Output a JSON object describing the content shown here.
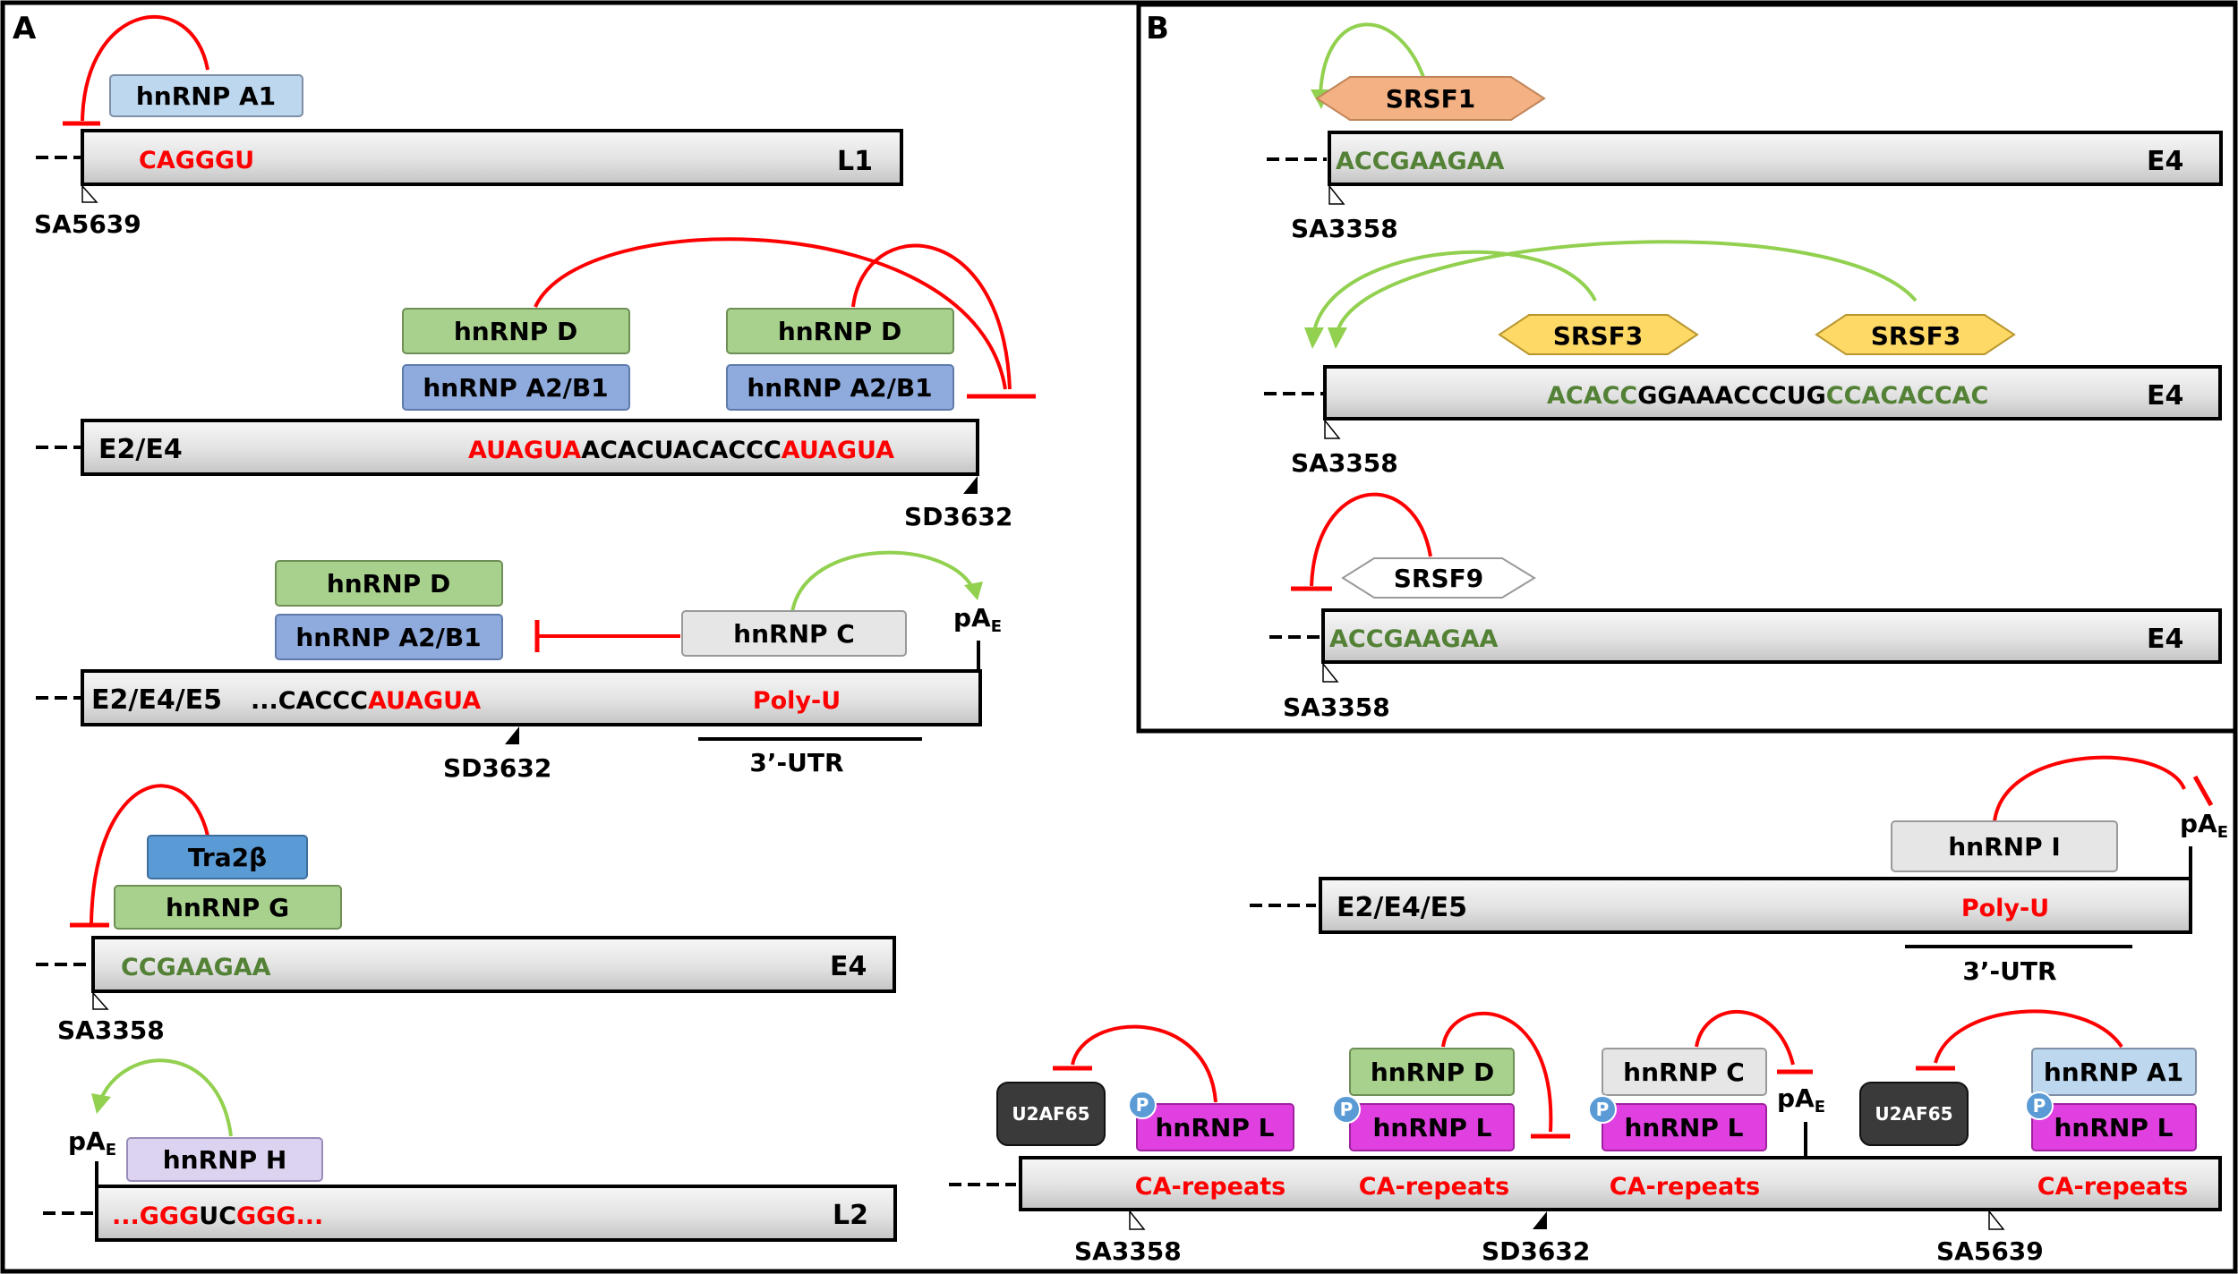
{
  "panels": {
    "a": "A",
    "b": "B"
  },
  "colors": {
    "inhibit": "#ff0000",
    "activate": "#92d050",
    "red_seq": "#ff0000",
    "green_seq": "#538135",
    "hnrnp_d": "#a9d18e",
    "hnrnp_a2b1": "#8faadc",
    "hnrnp_a1": "#bdd7ee",
    "hnrnp_c": "#e7e6e6",
    "tra2b": "#5b9bd5",
    "hnrnp_h": "#dcd3f0",
    "hnrnp_l": "#e040e0",
    "u2af65": "#3a3a3a",
    "srsf1": "#f4b183",
    "srsf3": "#ffd966",
    "srsf9": "#ffffff",
    "phospho": "#5b9bd5"
  },
  "a1": {
    "factor": "hnRNP A1",
    "seq": "CAGGGU",
    "exon": "L1",
    "site": "SA5639"
  },
  "a2": {
    "factors": [
      "hnRNP D",
      "hnRNP A2/B1",
      "hnRNP D",
      "hnRNP A2/B1"
    ],
    "exon": "E2/E4",
    "seq": [
      "AUAGUA",
      "ACACUACACCC",
      "AUAGUA"
    ],
    "site": "SD3632"
  },
  "a3": {
    "factors": [
      "hnRNP D",
      "hnRNP A2/B1",
      "hnRNP C"
    ],
    "pa_main": "pA",
    "pa_sub": "E",
    "exon": "E2/E4/E5",
    "seq": [
      "...CACCC",
      "AUAGUA"
    ],
    "polyu": "Poly-U",
    "site": "SD3632",
    "utr": "3’-UTR"
  },
  "a4": {
    "factors": [
      "Tra2β",
      "hnRNP G"
    ],
    "seq": "CCGAAGAA",
    "exon": "E4",
    "site": "SA3358"
  },
  "a5": {
    "factor": "hnRNP H",
    "pa_main": "pA",
    "pa_sub": "E",
    "seq": [
      "...GGG",
      "UC",
      "GGG..."
    ],
    "exon": "L2"
  },
  "b1": {
    "factor": "SRSF1",
    "seq": "ACCGAAGAA",
    "exon": "E4",
    "site": "SA3358"
  },
  "b2": {
    "factors": [
      "SRSF3",
      "SRSF3"
    ],
    "seq": [
      "ACACC",
      "GGAAACCCUG",
      "CCACACCAC"
    ],
    "exon": "E4",
    "site": "SA3358"
  },
  "b3": {
    "factor": "SRSF9",
    "seq": "ACCGAAGAA",
    "exon": "E4",
    "site": "SA3358"
  },
  "c1": {
    "factor": "hnRNP I",
    "pa_main": "pA",
    "pa_sub": "E",
    "exon": "E2/E4/E5",
    "polyu": "Poly-U",
    "utr": "3’-UTR"
  },
  "c2": {
    "u2af": [
      "U2AF65",
      "U2AF65"
    ],
    "hnrnp_l": [
      "hnRNP L",
      "hnRNP L",
      "hnRNP L",
      "hnRNP L"
    ],
    "upper": [
      "hnRNP D",
      "hnRNP C",
      "hnRNP A1"
    ],
    "phospho": [
      "P",
      "P",
      "P",
      "P"
    ],
    "pa_main": "pA",
    "pa_sub": "E",
    "repeats": [
      "CA-repeats",
      "CA-repeats",
      "CA-repeats",
      "CA-repeats"
    ],
    "sites": [
      "SA3358",
      "SD3632",
      "SA5639"
    ]
  }
}
